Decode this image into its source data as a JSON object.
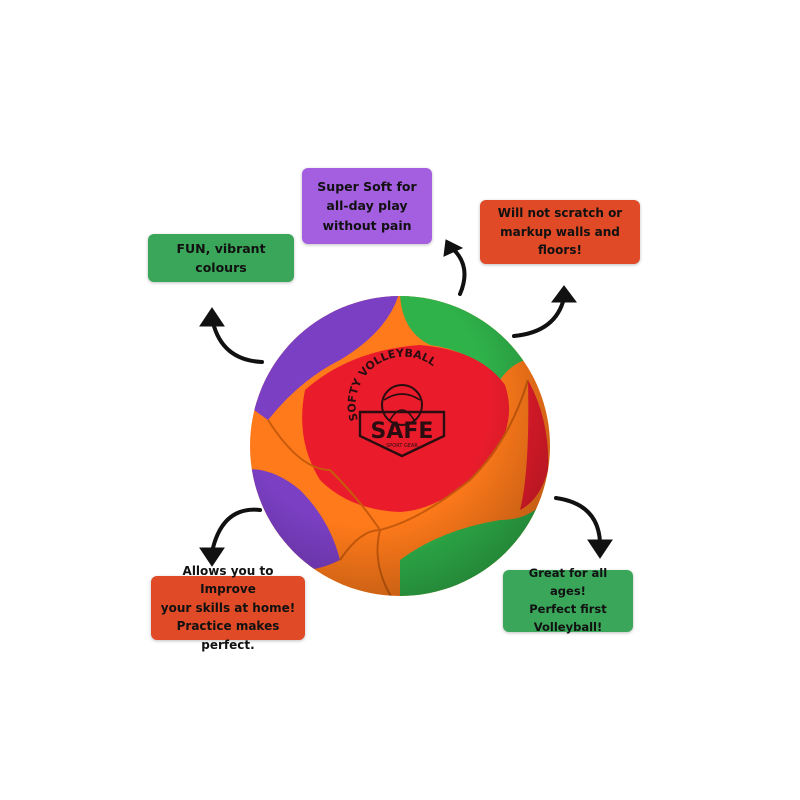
{
  "colors": {
    "purple": "#a45ee0",
    "green": "#3aa65a",
    "red": "#e04a26",
    "ball_orange": "#ff7a1a",
    "ball_red": "#ea1c2c",
    "ball_purple": "#7b3fc4",
    "ball_green": "#2fb24a",
    "arrow": "#111111"
  },
  "callouts": {
    "super_soft": "Super Soft for\nall-day play\nwithout pain",
    "fun_colours": "FUN, vibrant\ncolours",
    "no_scratch": "Will not scratch or\nmarkup walls and floors!",
    "improve_skills": "Allows you to Improve\nyour skills at home!\nPractice makes perfect.",
    "all_ages": "Great for all ages!\nPerfect first\nVolleyball!"
  },
  "ball_logo": {
    "arc_text": "SOFTY VOLLEYBALL",
    "badge_text": "SAFE",
    "sub_text": "SPORT GEAR"
  },
  "icons": [
    "arrow-icon",
    "volleyball-logo-icon"
  ]
}
